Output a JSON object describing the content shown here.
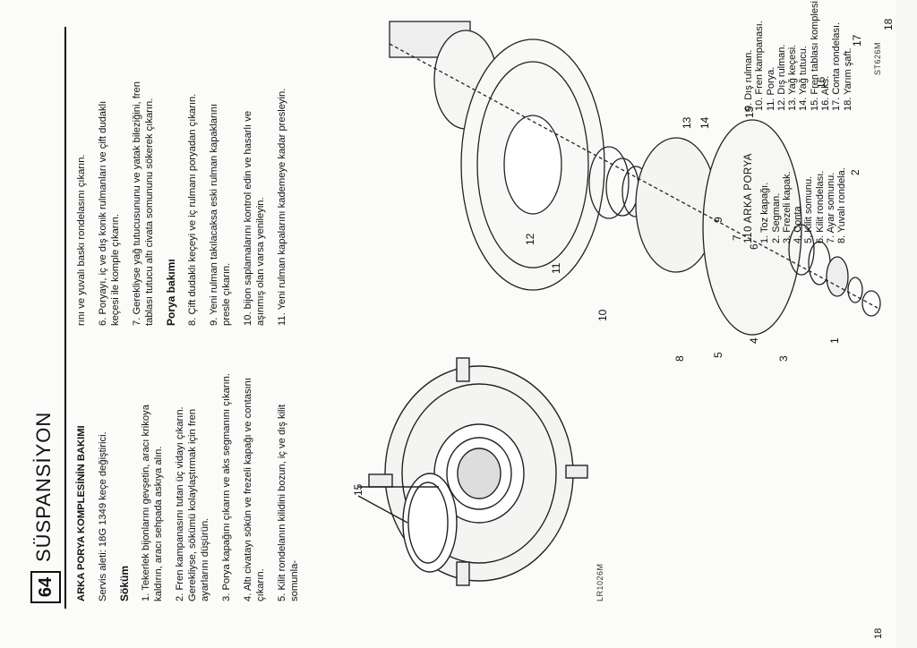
{
  "page_number": "64",
  "chapter_title": "SÜSPANSİYON",
  "section": {
    "heading": "ARKA PORYA KOMPLESİNİN BAKIMI",
    "service_tool": "Servis aleti: 18G 1349 keçe değiştirici.",
    "removal_heading": "Söküm",
    "steps_left": [
      "1. Tekerlek bijonlarını gevşetin, aracı krikoya kaldırın, aracı sehpada askıya alın.",
      "2. Fren kampanasını tutan üç vidayı çıkarın. Gerekliyse, sökümü kolaylaştırmak için fren ayarlarını düşürün.",
      "3. Porya kapağını çıkarın ve aks segmanını çıkarın.",
      "4. Altı civatayı sökün ve frezeli kapağı ve contasını çıkarın.",
      "5. Kilit rondelanın kilidini bozun, iç ve dış kilit somunla-"
    ],
    "steps_right": [
      "rını ve yuvalı baskı rondelasını çıkarın.",
      "6. Poryayı, iç ve dış konik rulmanları ve çift dudaklı keçesi ile komple çıkarın.",
      "7. Gerekliyse yağ tutucusununu ve yatak bileziğini, fren tablası tutucu altı civata somununu sökerek çıkarın."
    ],
    "maintenance_heading": "Porya bakımı",
    "maintenance_steps": [
      "8. Çift dudaklı keçeyi ve iç rulmanı poryadan çıkarın.",
      "9. Yeni rulman takılacaksa eski rulman kapaklarını presle çıkarın.",
      "10. bijon saplamalarını kontrol edin ve hasarlı ve aşınmış olan varsa yenileyin.",
      "11. Yeni rulman kapalarını kademeye kadar presleyin."
    ]
  },
  "figure_small": {
    "callout": "15",
    "code": "LR1026M"
  },
  "figure_large": {
    "code": "ST626M",
    "callouts": [
      "1",
      "2",
      "3",
      "4",
      "5",
      "6",
      "7",
      "8",
      "9",
      "10",
      "11",
      "12",
      "13",
      "14",
      "15",
      "16",
      "17",
      "18"
    ]
  },
  "parts_list": {
    "title": "110 ARKA PORYA",
    "col1": [
      "1. Toz kapağı.",
      "2. Segman.",
      "3. Frezeli kapak.",
      "4. Conta.",
      "5. Kilit somunu.",
      "6. Kilit rondelası.",
      "7. Ayar somunu.",
      "8. Yuvalı rondela."
    ],
    "col2": [
      "9. Dış rulman.",
      "10. Fren kampanası.",
      "11. Porya.",
      "12. Dış rulman.",
      "13. Yağ keçesi.",
      "14. Yağ tutucu.",
      "15. Fren tablası komplesi.",
      "16. Aks.",
      "17. Conta rondelası.",
      "18. Yarım şaft."
    ]
  },
  "corner_number": "18"
}
